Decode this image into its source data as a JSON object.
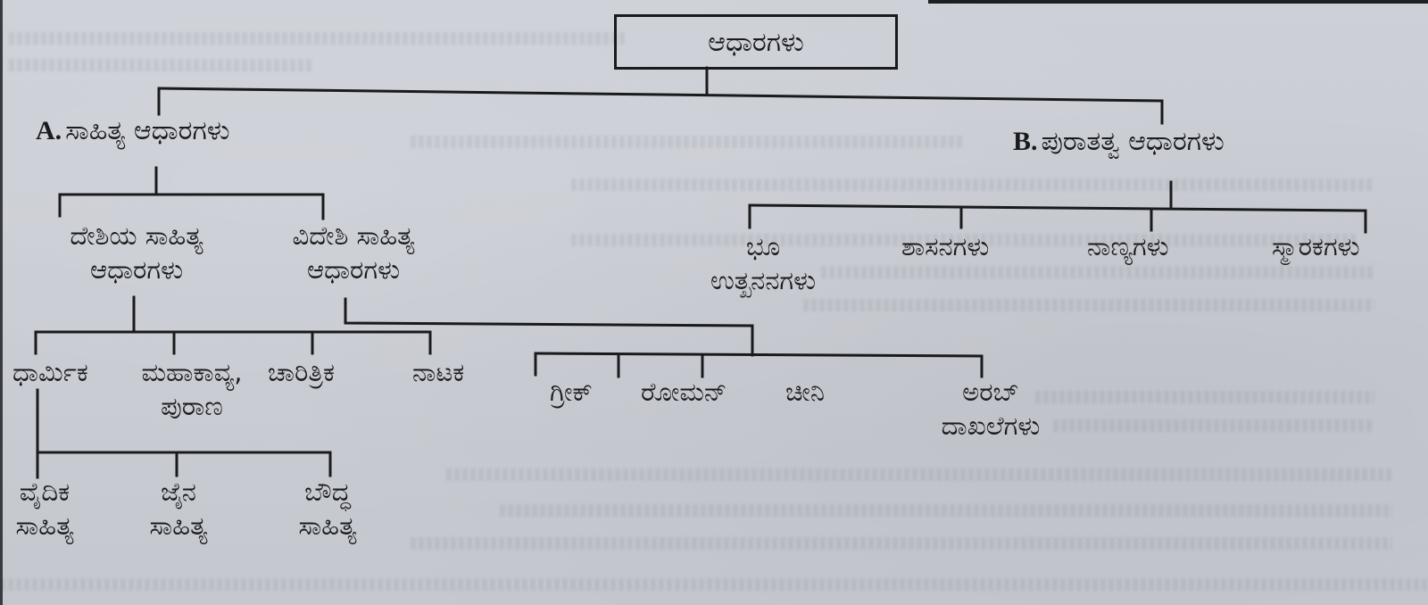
{
  "diagram": {
    "type": "tree",
    "root": {
      "label": "ಆಧಾರಗಳು"
    },
    "branches": {
      "literary": {
        "prefix": "A.",
        "label": "ಸಾಹಿತ್ಯ ಆಧಾರಗಳು",
        "children": {
          "native": {
            "line1": "ದೇಶಿಯ ಸಾಹಿತ್ಯ",
            "line2": "ಆಧಾರಗಳು",
            "children": [
              {
                "line1": "ಧಾರ್ಮಿಕ",
                "line2": ""
              },
              {
                "line1": "ಮಹಾಕಾವ್ಯ,",
                "line2": "ಪುರಾಣ"
              },
              {
                "line1": "ಚಾರಿತ್ರಿಕ",
                "line2": ""
              },
              {
                "line1": "ನಾಟಕ",
                "line2": ""
              }
            ],
            "religious_children": [
              {
                "line1": "ವೈದಿಕ",
                "line2": "ಸಾಹಿತ್ಯ"
              },
              {
                "line1": "ಜೈನ",
                "line2": "ಸಾಹಿತ್ಯ"
              },
              {
                "line1": "ಬೌದ್ಧ",
                "line2": "ಸಾಹಿತ್ಯ"
              }
            ]
          },
          "foreign": {
            "line1": "ವಿದೇಶಿ ಸಾಹಿತ್ಯ",
            "line2": "ಆಧಾರಗಳು",
            "children": [
              {
                "line1": "ಗ್ರೀಕ್",
                "line2": ""
              },
              {
                "line1": "ರೋಮನ್",
                "line2": ""
              },
              {
                "line1": "ಚೀನಿ",
                "line2": ""
              },
              {
                "line1": "ಅರಬ್",
                "line2": "ದಾಖಲೆಗಳು"
              }
            ]
          }
        }
      },
      "archaeological": {
        "prefix": "B.",
        "label": "ಪುರಾತತ್ವ ಆಧಾರಗಳು",
        "children": [
          {
            "line1": "ಭೂ",
            "line2": "ಉತ್ಖನನಗಳು"
          },
          {
            "line1": "ಶಾಸನಗಳು",
            "line2": ""
          },
          {
            "line1": "ನಾಣ್ಯಗಳು",
            "line2": ""
          },
          {
            "line1": "ಸ್ಮಾರಕಗಳು",
            "line2": ""
          }
        ]
      }
    },
    "colors": {
      "paper": "#c9ccd3",
      "ink": "#1a1a1c"
    }
  }
}
